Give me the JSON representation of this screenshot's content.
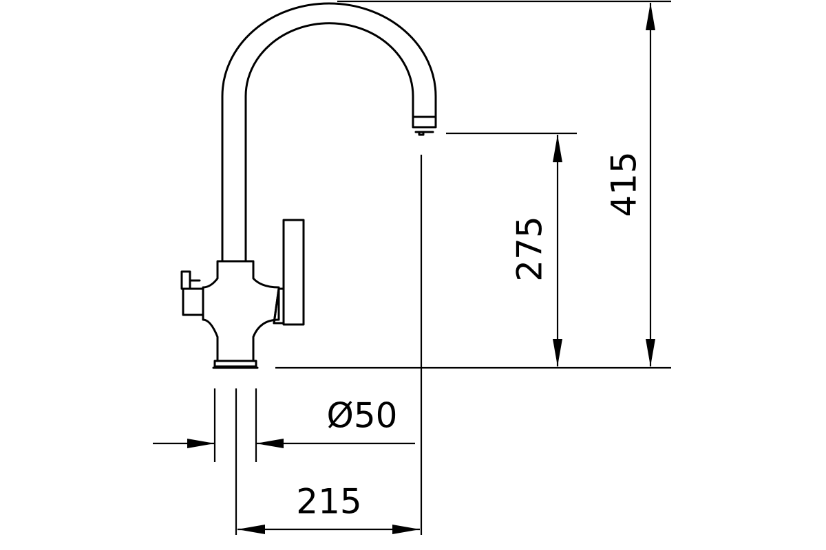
{
  "drawing": {
    "dimensions": {
      "total_height": "415",
      "spout_height": "275",
      "base_diameter": "Ø50",
      "spout_reach": "215"
    }
  }
}
